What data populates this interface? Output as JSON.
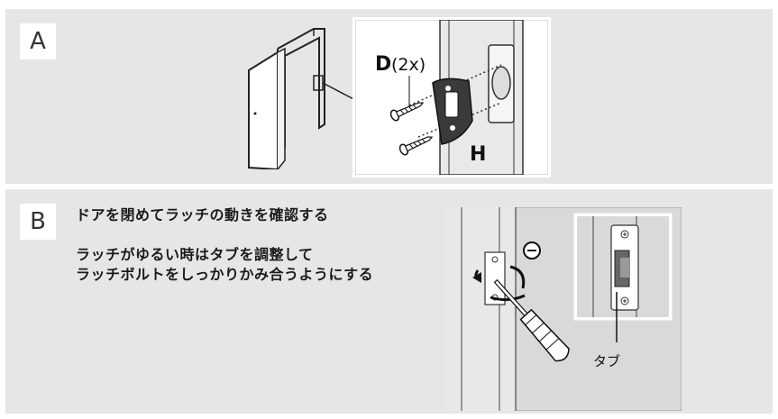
{
  "section_a": {
    "step": "A",
    "labels": {
      "screw_label": "D",
      "screw_qty": "(2x)",
      "strike_label": "H"
    }
  },
  "section_b": {
    "step": "B",
    "title": "ドアを閉めてラッチの動きを確認する",
    "desc_line1": "ラッチがゆるい時はタブを調整して",
    "desc_line2": "ラッチボルトをしっかりかみ合うようにする",
    "minus_symbol": "⊖",
    "tab_label": "タブ"
  }
}
